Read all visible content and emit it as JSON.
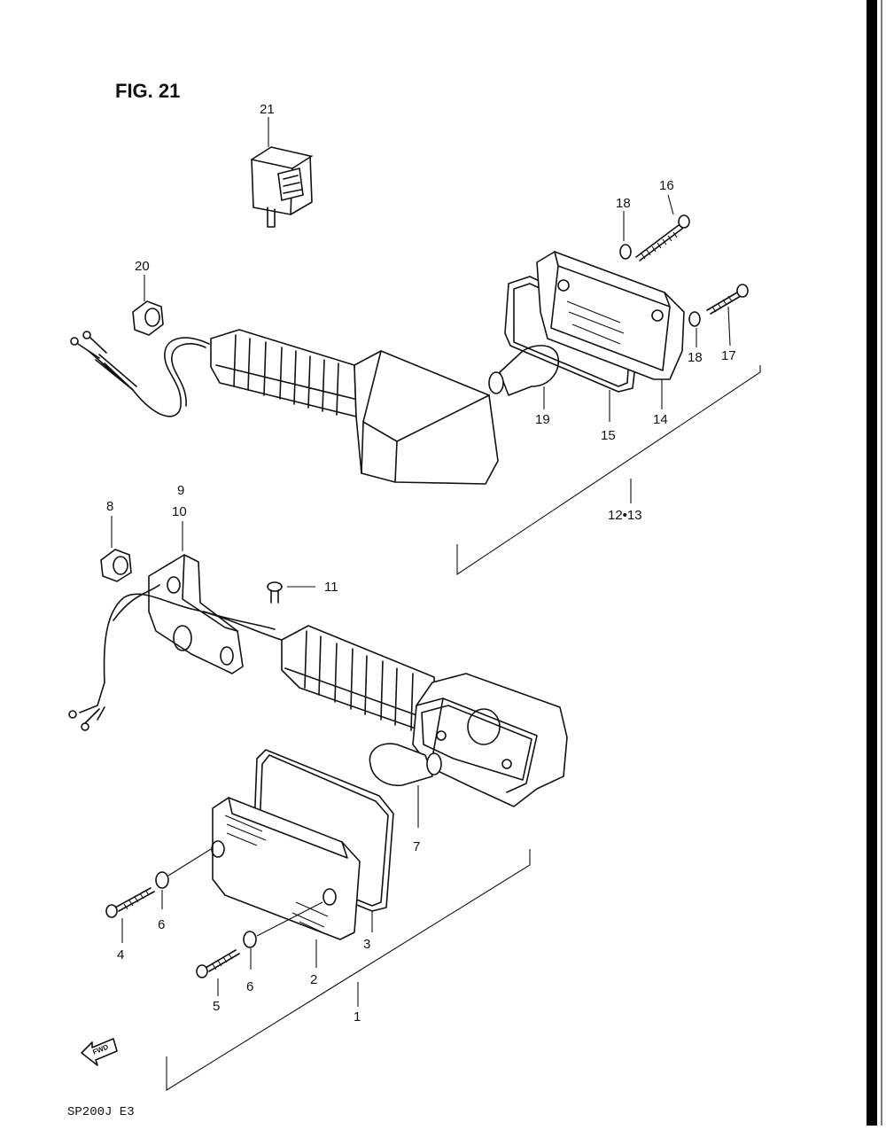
{
  "figure": {
    "title": "FIG. 21",
    "footer_code": "SP200J E3",
    "fwd_label": "FWD",
    "callouts": {
      "c1": "1",
      "c2": "2",
      "c3": "3",
      "c4": "4",
      "c5": "5",
      "c6a": "6",
      "c6b": "6",
      "c7": "7",
      "c8": "8",
      "c9": "9",
      "c10": "10",
      "c11": "11",
      "c12_13": "12•13",
      "c14": "14",
      "c15": "15",
      "c16": "16",
      "c17": "17",
      "c18a": "18",
      "c18b": "18",
      "c19": "19",
      "c20": "20",
      "c21": "21"
    }
  }
}
